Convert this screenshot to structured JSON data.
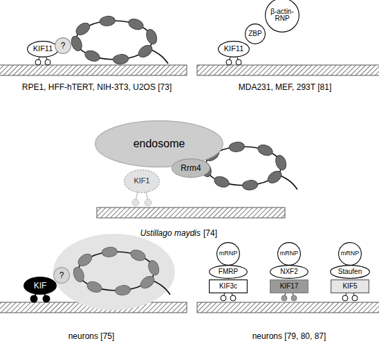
{
  "diagram": {
    "nodes": [
      {
        "text": [
          "KIF11"
        ]
      },
      {
        "text": [
          "?"
        ]
      },
      {
        "text": [
          "β-actin-RNP"
        ]
      },
      {
        "text": [
          "ZBP"
        ]
      },
      {
        "text": [
          "KIF11"
        ]
      },
      {
        "text": [
          "endosome"
        ]
      },
      {
        "text": [
          "KIF1"
        ]
      },
      {
        "text": [
          "Rrm4"
        ]
      },
      {
        "text": [
          "KIF"
        ]
      },
      {
        "text": [
          "?"
        ]
      },
      {
        "text": [
          "mRNP"
        ]
      },
      {
        "text": [
          "mRNP"
        ]
      },
      {
        "text": [
          "mRNP"
        ]
      },
      {
        "text": [
          "FMRP"
        ]
      },
      {
        "text": [
          "NXF2"
        ]
      },
      {
        "text": [
          "Staufen"
        ]
      },
      {
        "text": [
          "KIF3c"
        ]
      },
      {
        "text": [
          "KIF17"
        ]
      },
      {
        "text": [
          "KIF5"
        ]
      }
    ],
    "labels": [
      "RPE1, HFF-hTERT, NIH-3T3, U2OS [73]",
      "MDA231, MEF, 293T [81]",
      "Ustillago maydis",
      "[74]",
      "neurons [75]",
      "neurons [79, 80, 87]"
    ]
  }
}
